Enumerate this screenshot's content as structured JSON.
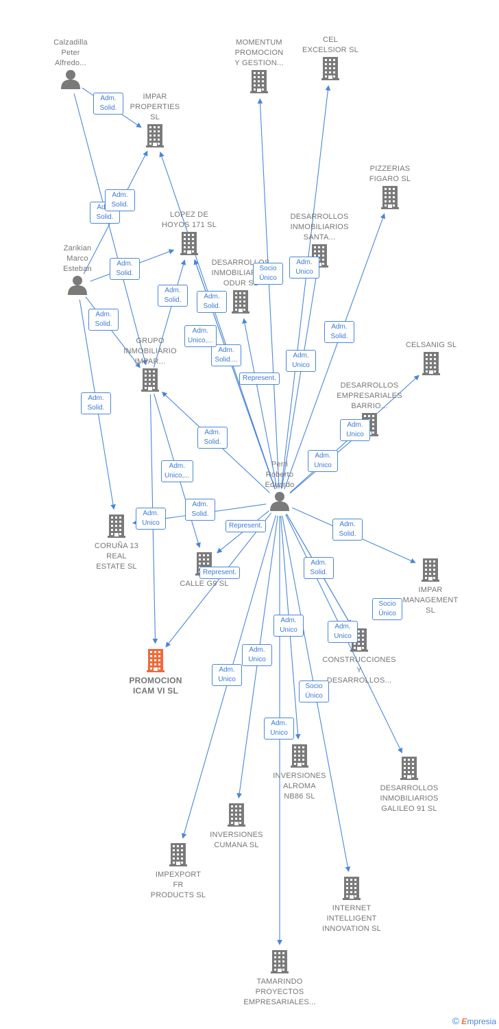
{
  "colors": {
    "edge": "#4a86d8",
    "company": "#7a7a7a",
    "focus": "#ef6a3c",
    "person": "#7a7a7a"
  },
  "nodes": [
    {
      "id": "calzadilla",
      "type": "person",
      "lines": [
        "Calzadilla",
        "Peter",
        "Alfredo..."
      ],
      "label_pos": "above"
    },
    {
      "id": "zarikian",
      "type": "person",
      "lines": [
        "Zarikian",
        "Marco",
        "Esteban"
      ],
      "label_pos": "above"
    },
    {
      "id": "perri",
      "type": "person",
      "lines": [
        "Perri",
        "Roberto",
        "Eduardo"
      ],
      "label_pos": "above"
    },
    {
      "id": "impar_prop",
      "type": "company",
      "lines": [
        "IMPAR",
        "PROPERTIES",
        "SL"
      ],
      "label_pos": "above"
    },
    {
      "id": "momentum",
      "type": "company",
      "lines": [
        "MOMENTUM",
        "PROMOCION",
        "Y GESTION..."
      ],
      "label_pos": "above"
    },
    {
      "id": "cel",
      "type": "company",
      "lines": [
        "CEL",
        "EXCELSIOR SL"
      ],
      "label_pos": "above"
    },
    {
      "id": "pizzerias",
      "type": "company",
      "lines": [
        "PIZZERIAS",
        "FIGARO SL"
      ],
      "label_pos": "above"
    },
    {
      "id": "lopez",
      "type": "company",
      "lines": [
        "LOPEZ DE",
        "HOYOS 171 SL"
      ],
      "label_pos": "above"
    },
    {
      "id": "des_santa",
      "type": "company",
      "lines": [
        "DESARROLLOS",
        "INMOBILIARIOS",
        "SANTA..."
      ],
      "label_pos": "above"
    },
    {
      "id": "des_odur",
      "type": "company",
      "lines": [
        "DESARROLLOS",
        "INMOBILIARIOS",
        "ODUR SL"
      ],
      "label_pos": "above"
    },
    {
      "id": "grupo",
      "type": "company",
      "lines": [
        "GRUPO",
        "INMOBILIARIO",
        "IMPAR..."
      ],
      "label_pos": "above"
    },
    {
      "id": "celsanig",
      "type": "company",
      "lines": [
        "CELSANIG SL"
      ],
      "label_pos": "above"
    },
    {
      "id": "des_barrio",
      "type": "company",
      "lines": [
        "DESARROLLOS",
        "EMPRESARIALES",
        "BARRIO..."
      ],
      "label_pos": "above"
    },
    {
      "id": "coruna",
      "type": "company",
      "lines": [
        "CORUÑA 13",
        "REAL",
        "ESTATE SL"
      ],
      "label_pos": "below"
    },
    {
      "id": "calle",
      "type": "company",
      "lines": [
        "CALLE G9 SL"
      ],
      "label_pos": "below"
    },
    {
      "id": "impar_mgmt",
      "type": "company",
      "lines": [
        "IMPAR",
        "MANAGEMENT",
        "SL"
      ],
      "label_pos": "below"
    },
    {
      "id": "promocion",
      "type": "focus",
      "lines": [
        "PROMOCION",
        "ICAM VI SL"
      ],
      "label_pos": "below"
    },
    {
      "id": "construcciones",
      "type": "company",
      "lines": [
        "CONSTRUCCIONES",
        "Y",
        "DESARROLLOS..."
      ],
      "label_pos": "below"
    },
    {
      "id": "galileo",
      "type": "company",
      "lines": [
        "DESARROLLOS",
        "INMOBILIARIOS",
        "GALILEO 91 SL"
      ],
      "label_pos": "below"
    },
    {
      "id": "alroma",
      "type": "company",
      "lines": [
        "INVERSIONES",
        "ALROMA",
        "NB86 SL"
      ],
      "label_pos": "below"
    },
    {
      "id": "cumana",
      "type": "company",
      "lines": [
        "INVERSIONES",
        "CUMANA SL"
      ],
      "label_pos": "below"
    },
    {
      "id": "impexport",
      "type": "company",
      "lines": [
        "IMPEXPORT",
        "FR",
        "PRODUCTS SL"
      ],
      "label_pos": "below"
    },
    {
      "id": "internet",
      "type": "company",
      "lines": [
        "INTERNET",
        "INTELLIGENT",
        "INNOVATION SL"
      ],
      "label_pos": "below"
    },
    {
      "id": "tamarindo",
      "type": "company",
      "lines": [
        "TAMARINDO",
        "PROYECTOS",
        "EMPRESARIALES..."
      ],
      "label_pos": "below"
    }
  ],
  "edges": [
    {
      "from": "calzadilla",
      "to": "impar_prop",
      "label": [
        "Adm.",
        "Solid."
      ]
    },
    {
      "from": "calzadilla",
      "to": "grupo",
      "label": [
        "Adm.",
        "Solid."
      ]
    },
    {
      "from": "zarikian",
      "to": "impar_prop",
      "label": [
        "Adm.",
        "Solid."
      ]
    },
    {
      "from": "zarikian",
      "to": "lopez",
      "label": [
        "Adm.",
        "Solid."
      ]
    },
    {
      "from": "zarikian",
      "to": "grupo",
      "label": [
        "Adm.",
        "Solid."
      ]
    },
    {
      "from": "zarikian",
      "to": "coruna",
      "label": [
        "Adm.",
        "Solid."
      ]
    },
    {
      "from": "grupo",
      "to": "lopez",
      "label": [
        "Adm.",
        "Solid."
      ]
    },
    {
      "from": "grupo",
      "to": "promocion",
      "label": [
        "Adm.",
        "Unico"
      ]
    },
    {
      "from": "grupo",
      "to": "calle",
      "label": [
        "Adm.",
        "Unico,..."
      ]
    },
    {
      "from": "perri",
      "to": "impar_prop",
      "label": [
        "Adm.",
        "Solid."
      ]
    },
    {
      "from": "perri",
      "to": "lopez",
      "label": [
        "Adm.",
        "Solid...."
      ]
    },
    {
      "from": "perri",
      "to": "momentum",
      "label": [
        "Socio",
        "Único"
      ]
    },
    {
      "from": "perri",
      "to": "cel",
      "label": [
        "Adm.",
        "Unico"
      ]
    },
    {
      "from": "perri",
      "to": "des_santa",
      "label": [
        "Adm.",
        "Unico"
      ]
    },
    {
      "from": "perri",
      "to": "pizzerias",
      "label": [
        "Adm.",
        "Solid."
      ]
    },
    {
      "from": "perri",
      "to": "des_odur",
      "label": [
        "Represent."
      ]
    },
    {
      "from": "perri",
      "to": "grupo",
      "label": [
        "Adm.",
        "Solid."
      ]
    },
    {
      "from": "perri",
      "to": "celsanig",
      "label": [
        "Adm.",
        "Unico"
      ]
    },
    {
      "from": "perri",
      "to": "des_barrio",
      "label": [
        "Adm.",
        "Unico"
      ]
    },
    {
      "from": "perri",
      "to": "lopez",
      "label": [
        "Adm.",
        "Unico,..."
      ]
    },
    {
      "from": "perri",
      "to": "coruna",
      "label": [
        "Adm.",
        "Solid."
      ]
    },
    {
      "from": "perri",
      "to": "calle",
      "label": [
        "Represent."
      ]
    },
    {
      "from": "perri",
      "to": "promocion",
      "label": [
        "Represent."
      ]
    },
    {
      "from": "perri",
      "to": "impar_mgmt",
      "label": [
        "Adm.",
        "Solid."
      ]
    },
    {
      "from": "perri",
      "to": "construcciones",
      "label": [
        "Adm.",
        "Solid."
      ]
    },
    {
      "from": "perri",
      "to": "construcciones",
      "label": [
        "Socio",
        "Único"
      ]
    },
    {
      "from": "perri",
      "to": "galileo",
      "label": [
        "Adm.",
        "Unico"
      ]
    },
    {
      "from": "perri",
      "to": "alroma",
      "label": [
        "Adm.",
        "Unico"
      ]
    },
    {
      "from": "perri",
      "to": "cumana",
      "label": [
        "Adm.",
        "Unico"
      ]
    },
    {
      "from": "perri",
      "to": "impexport",
      "label": [
        "Adm.",
        "Unico"
      ]
    },
    {
      "from": "perri",
      "to": "internet",
      "label": [
        "Socio",
        "Único"
      ]
    },
    {
      "from": "perri",
      "to": "tamarindo",
      "label": [
        "Adm.",
        "Unico"
      ]
    }
  ],
  "footer": {
    "copyright": "©",
    "brand_first": "E",
    "brand_rest": "mpresia"
  }
}
